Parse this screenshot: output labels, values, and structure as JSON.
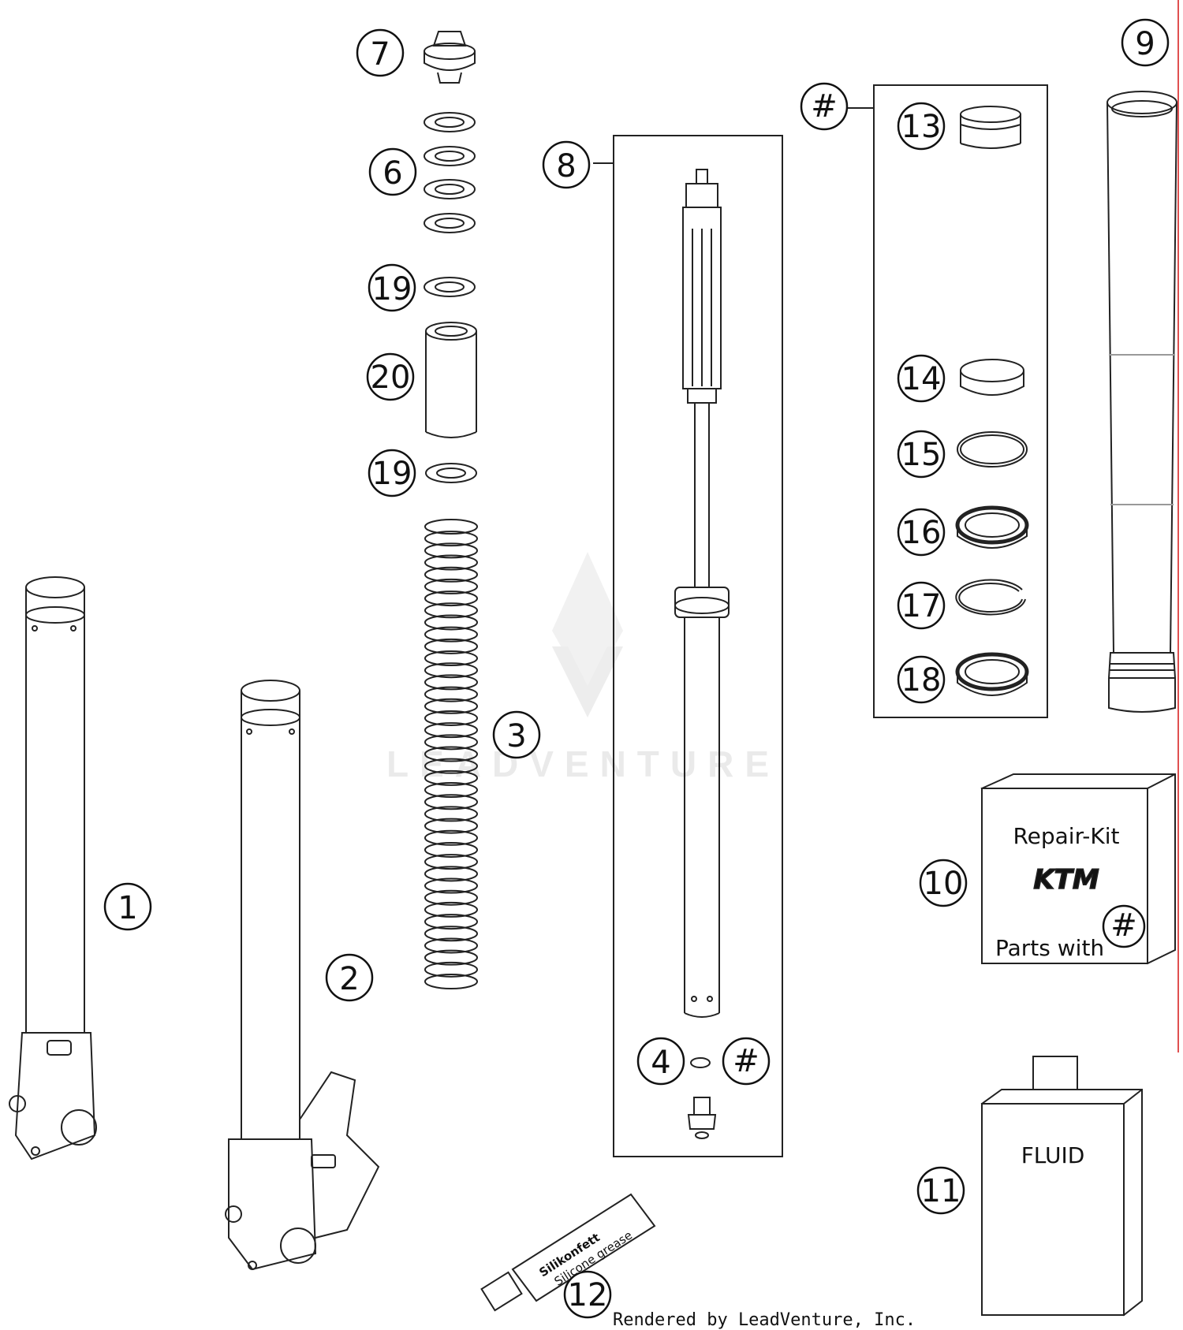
{
  "callouts": {
    "c1": "1",
    "c2": "2",
    "c3": "3",
    "c4": "4",
    "c6": "6",
    "c7": "7",
    "c8": "8",
    "c9": "9",
    "c10": "10",
    "c11": "11",
    "c12": "12",
    "c13": "13",
    "c14": "14",
    "c15": "15",
    "c16": "16",
    "c17": "17",
    "c18": "18",
    "c19a": "19",
    "c19b": "19",
    "c20": "20",
    "hash_a": "#",
    "hash_b": "#",
    "hash_c": "#"
  },
  "repair_kit": {
    "title": "Repair-Kit",
    "brand": "KTM",
    "note": "Parts with"
  },
  "fluid": {
    "label": "FLUID"
  },
  "grease": {
    "line1": "Silikonfett",
    "line2": "Silicone grease"
  },
  "watermark": {
    "text": "LEADVENTURE"
  },
  "footer": {
    "text": "Rendered by LeadVenture, Inc."
  }
}
